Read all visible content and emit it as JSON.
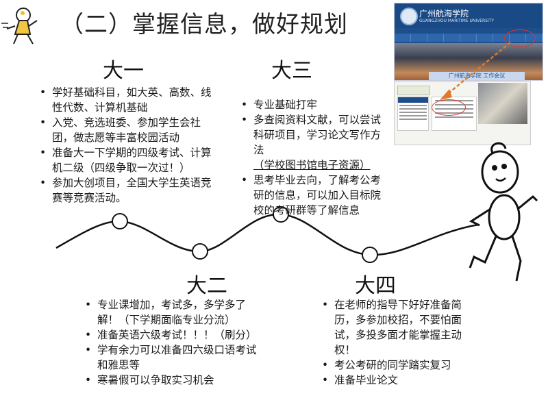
{
  "title": "（二）掌握信息，做好规划",
  "years": {
    "y1": {
      "label": "大一",
      "items": [
        "学好基础科目，如大英、高数、线性代数、计算机基础",
        "入党、竞选班委、参加学生会社团，做志愿等丰富校园活动",
        "准备大一下学期的四级考试、计算机二级（四级争取一次过！）",
        "参加大创项目，全国大学生英语竞赛等竞赛活动。"
      ]
    },
    "y2": {
      "label": "大二",
      "items": [
        "专业课增加，考试多，多学多了解！（下学期面临专业分流）",
        "准备英语六级考试！！！（刷分）",
        "学有余力可以准备四六级口语考试和雅思等",
        "寒暑假可以争取实习机会"
      ]
    },
    "y3": {
      "label": "大三",
      "items": [
        "专业基础打牢",
        "多查阅资料文献，可以尝试科研项目，学习论文写作方法",
        "学校图书馆电子资源",
        "思考毕业去向，了解考公考研的信息，可以加入目标院校的考研群等了解信息"
      ]
    },
    "y4": {
      "label": "大四",
      "items": [
        "在老师的指导下好好准备简历，多参加校招，不要怕面试，多投多面才能掌握主动权！",
        "考公考研的同学踏实复习",
        "准备毕业论文"
      ]
    }
  },
  "screenshot": {
    "school_name": "广州航海学院",
    "school_en": "GUANGZHOU MARITIME UNIVERSITY",
    "banner": "广州航海学院 工作会议"
  },
  "colors": {
    "accent": "#e07a28",
    "ring": "#d33333",
    "site_blue": "#1d4f8c"
  }
}
